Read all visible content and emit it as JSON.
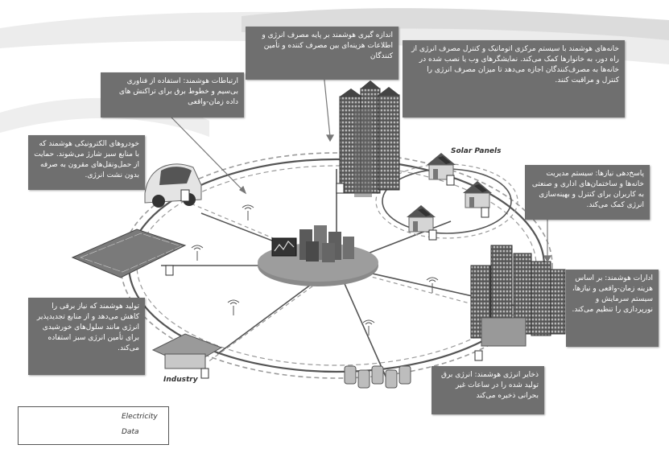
{
  "callouts": {
    "smart_metering": "اندازه گیری هوشمند بر پایه مصرف انرژی و اطلاعات هزینه‌ای بین مصرف کننده و تأمین کنندگان",
    "smart_homes": "خانه‌های هوشمند با سیستم مرکزی اتوماتیک و کنترل مصرف انرژی از راه دور، به خانوارها کمک می‌کند. نمایشگرهای وب یا نصب شده در خانه‌ها به مصرف‌کنندگان اجازه می‌دهد تا میزان مصرف انرژی را کنترل و مراقبت کنند.",
    "smart_communications": "ارتباطات هوشمند: استفاده از فناوری بی‌سیم و خطوط برق برای تراکنش های داده زمان-واقعی",
    "smart_vehicles": "خودروهای الکترونیکی هوشمند که با منابع سبز شارژ می‌شوند. حمایت از حمل‌ونقل‌های مقرون به صرفه بدون نشت انرژی.",
    "demand_response": "پاسخ‌دهی نیازها: سیستم مدیریت خانه‌ها و ساختمان‌های اداری و صنعتی به کاربران برای کنترل و بهینه‌سازی انرژی کمک می‌کند.",
    "smart_offices": "ادارات هوشمند: بر اساس هزینه زمان-واقعی و نیازها، سیستم سرمایش و نورپردازی را تنظیم می‌کند.",
    "smart_generation": "تولید هوشمند که نیاز برقی را کاهش می‌دهد و از منابع تجدیدپذیر انرژی مانند سلول‌های خورشیدی برای تأمین انرژی سبز استفاده می‌کند.",
    "smart_storage": "ذخایر انرژی هوشمند: انرژی برق تولید شده را در ساعات غیر بحرانی ذخیره می‌کند"
  },
  "labels": {
    "solar_panels": "Solar Panels",
    "industry": "Industry"
  },
  "legend": {
    "electricity": "Electricity",
    "data": "Data"
  },
  "colors": {
    "callout_bg": "#6f6f6f",
    "ring_line": "#555555",
    "data_line": "#9a9a9a",
    "hub_fill": "#8a8a8a"
  }
}
